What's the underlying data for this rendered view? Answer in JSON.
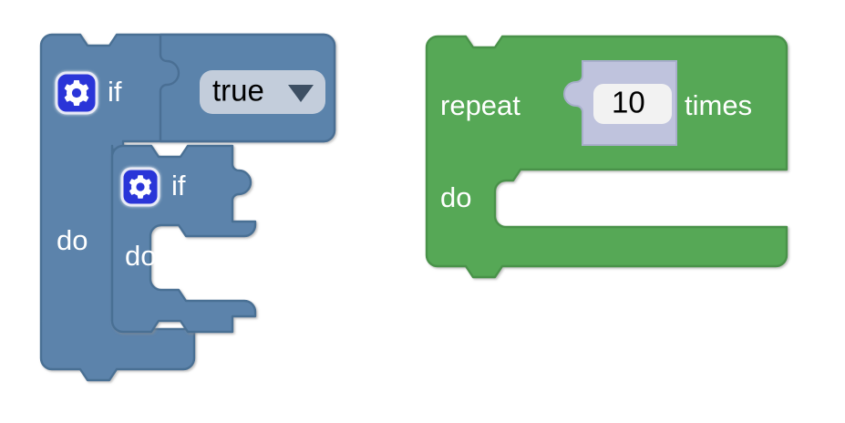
{
  "workspace": {
    "name": "blockly-workspace",
    "background": "#ffffff"
  },
  "blocks": [
    {
      "id": "controls_if_outer",
      "type": "controls_if",
      "color": "#5b83ab",
      "stroke": "#4a6f94",
      "mutator_icon": "gear-icon",
      "mutator_color": "#2a35d8",
      "labels": {
        "if": "if",
        "do": "do"
      },
      "value_input": {
        "name": "logic_boolean",
        "type": "dropdown",
        "value": "true",
        "dropdown_arrow": "▼",
        "field_bg": "#c3cddb",
        "text_color": "#000000"
      }
    },
    {
      "id": "controls_if_inner",
      "type": "controls_if",
      "color": "#5b83ab",
      "stroke": "#4a6f94",
      "mutator_icon": "gear-icon",
      "mutator_color": "#2a35d8",
      "labels": {
        "if": "if",
        "do": "do"
      }
    },
    {
      "id": "controls_repeat_ext",
      "type": "controls_repeat_ext",
      "color": "#56a857",
      "stroke": "#489249",
      "labels": {
        "repeat": "repeat",
        "times": "times",
        "do": "do"
      },
      "value_input": {
        "name": "math_number",
        "type": "number",
        "value": "10",
        "block_color": "#bfc3dd",
        "block_stroke": "#a8aecb",
        "field_bg": "#f2f2f2",
        "text_color": "#000000"
      }
    }
  ]
}
